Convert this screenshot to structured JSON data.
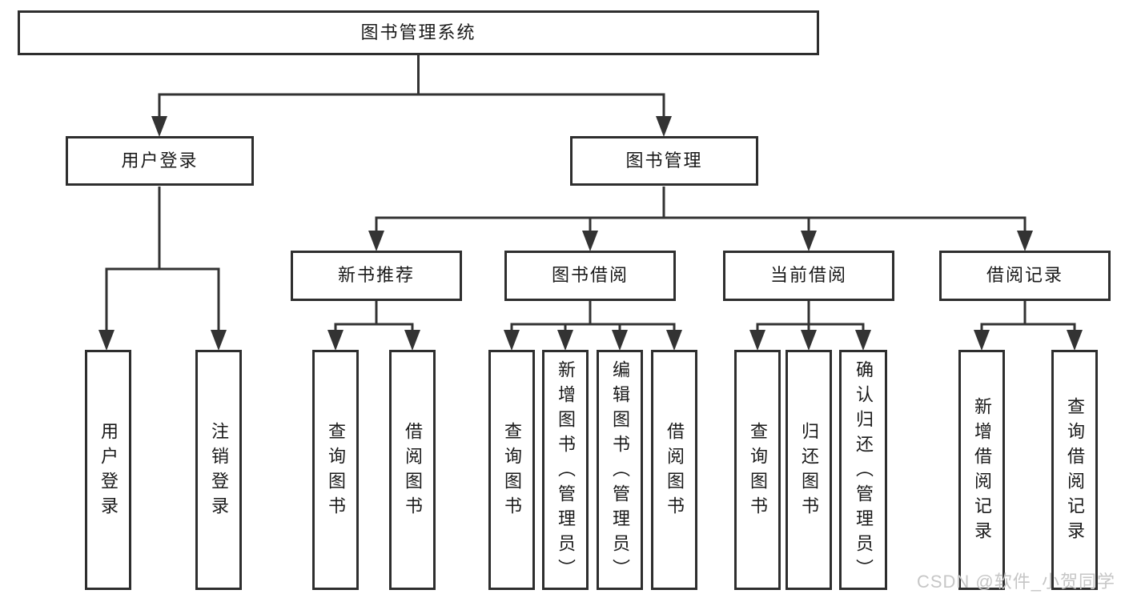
{
  "diagram": {
    "root": "图书管理系统",
    "user_login_branch": {
      "label": "用户登录",
      "children": [
        "用户登录",
        "注销登录"
      ]
    },
    "book_mgmt_branch": {
      "label": "图书管理",
      "modules": [
        {
          "label": "新书推荐",
          "children": [
            "查询图书",
            "借阅图书"
          ]
        },
        {
          "label": "图书借阅",
          "children": [
            "查询图书",
            "新增图书（管理员）",
            "编辑图书（管理员）",
            "借阅图书"
          ]
        },
        {
          "label": "当前借阅",
          "children": [
            "查询图书",
            "归还图书",
            "确认归还（管理员）"
          ]
        },
        {
          "label": "借阅记录",
          "children": [
            "新增借阅记录",
            "查询借阅记录"
          ]
        }
      ]
    }
  },
  "watermark": {
    "text": "CSDN @软件_小贺同学"
  },
  "colors": {
    "line": "#333333",
    "box_border": "#2e2e2e",
    "box_fill": "#ffffff",
    "text": "#1a1a1a",
    "watermark": "#c6c6c6"
  }
}
